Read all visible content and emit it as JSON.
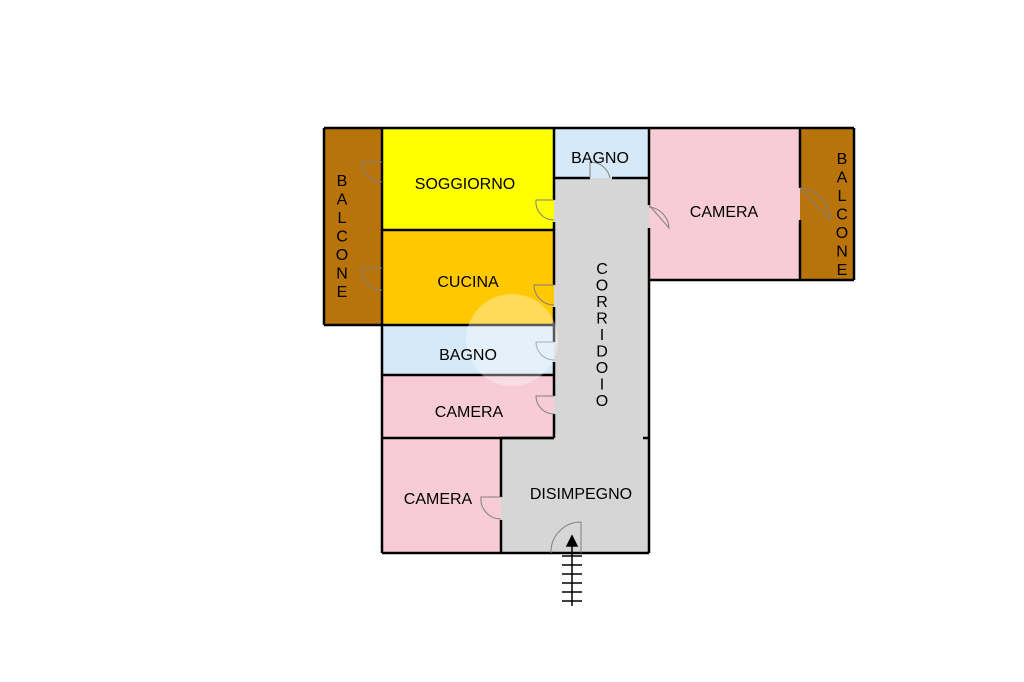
{
  "rooms": {
    "balcone_left": {
      "label": "BALCONE",
      "color": "#b8730a"
    },
    "soggiorno": {
      "label": "SOGGIORNO",
      "color": "#ffff00"
    },
    "cucina": {
      "label": "CUCINA",
      "color": "#ffc800"
    },
    "bagno_top": {
      "label": "BAGNO",
      "color": "#d6e9f8"
    },
    "corridoio": {
      "label": "CORRIDOIO",
      "color": "#d6d6d6"
    },
    "camera_right": {
      "label": "CAMERA",
      "color": "#f8ccd6"
    },
    "balcone_right": {
      "label": "BALCONE",
      "color": "#b8730a"
    },
    "bagno_mid": {
      "label": "BAGNO",
      "color": "#d6e9f8"
    },
    "camera_mid": {
      "label": "CAMERA",
      "color": "#f8ccd6"
    },
    "camera_low": {
      "label": "CAMERA",
      "color": "#f8ccd6"
    },
    "disimpegno": {
      "label": "DISIMPEGNO",
      "color": "#d6d6d6"
    }
  },
  "wall_color": "#000000"
}
